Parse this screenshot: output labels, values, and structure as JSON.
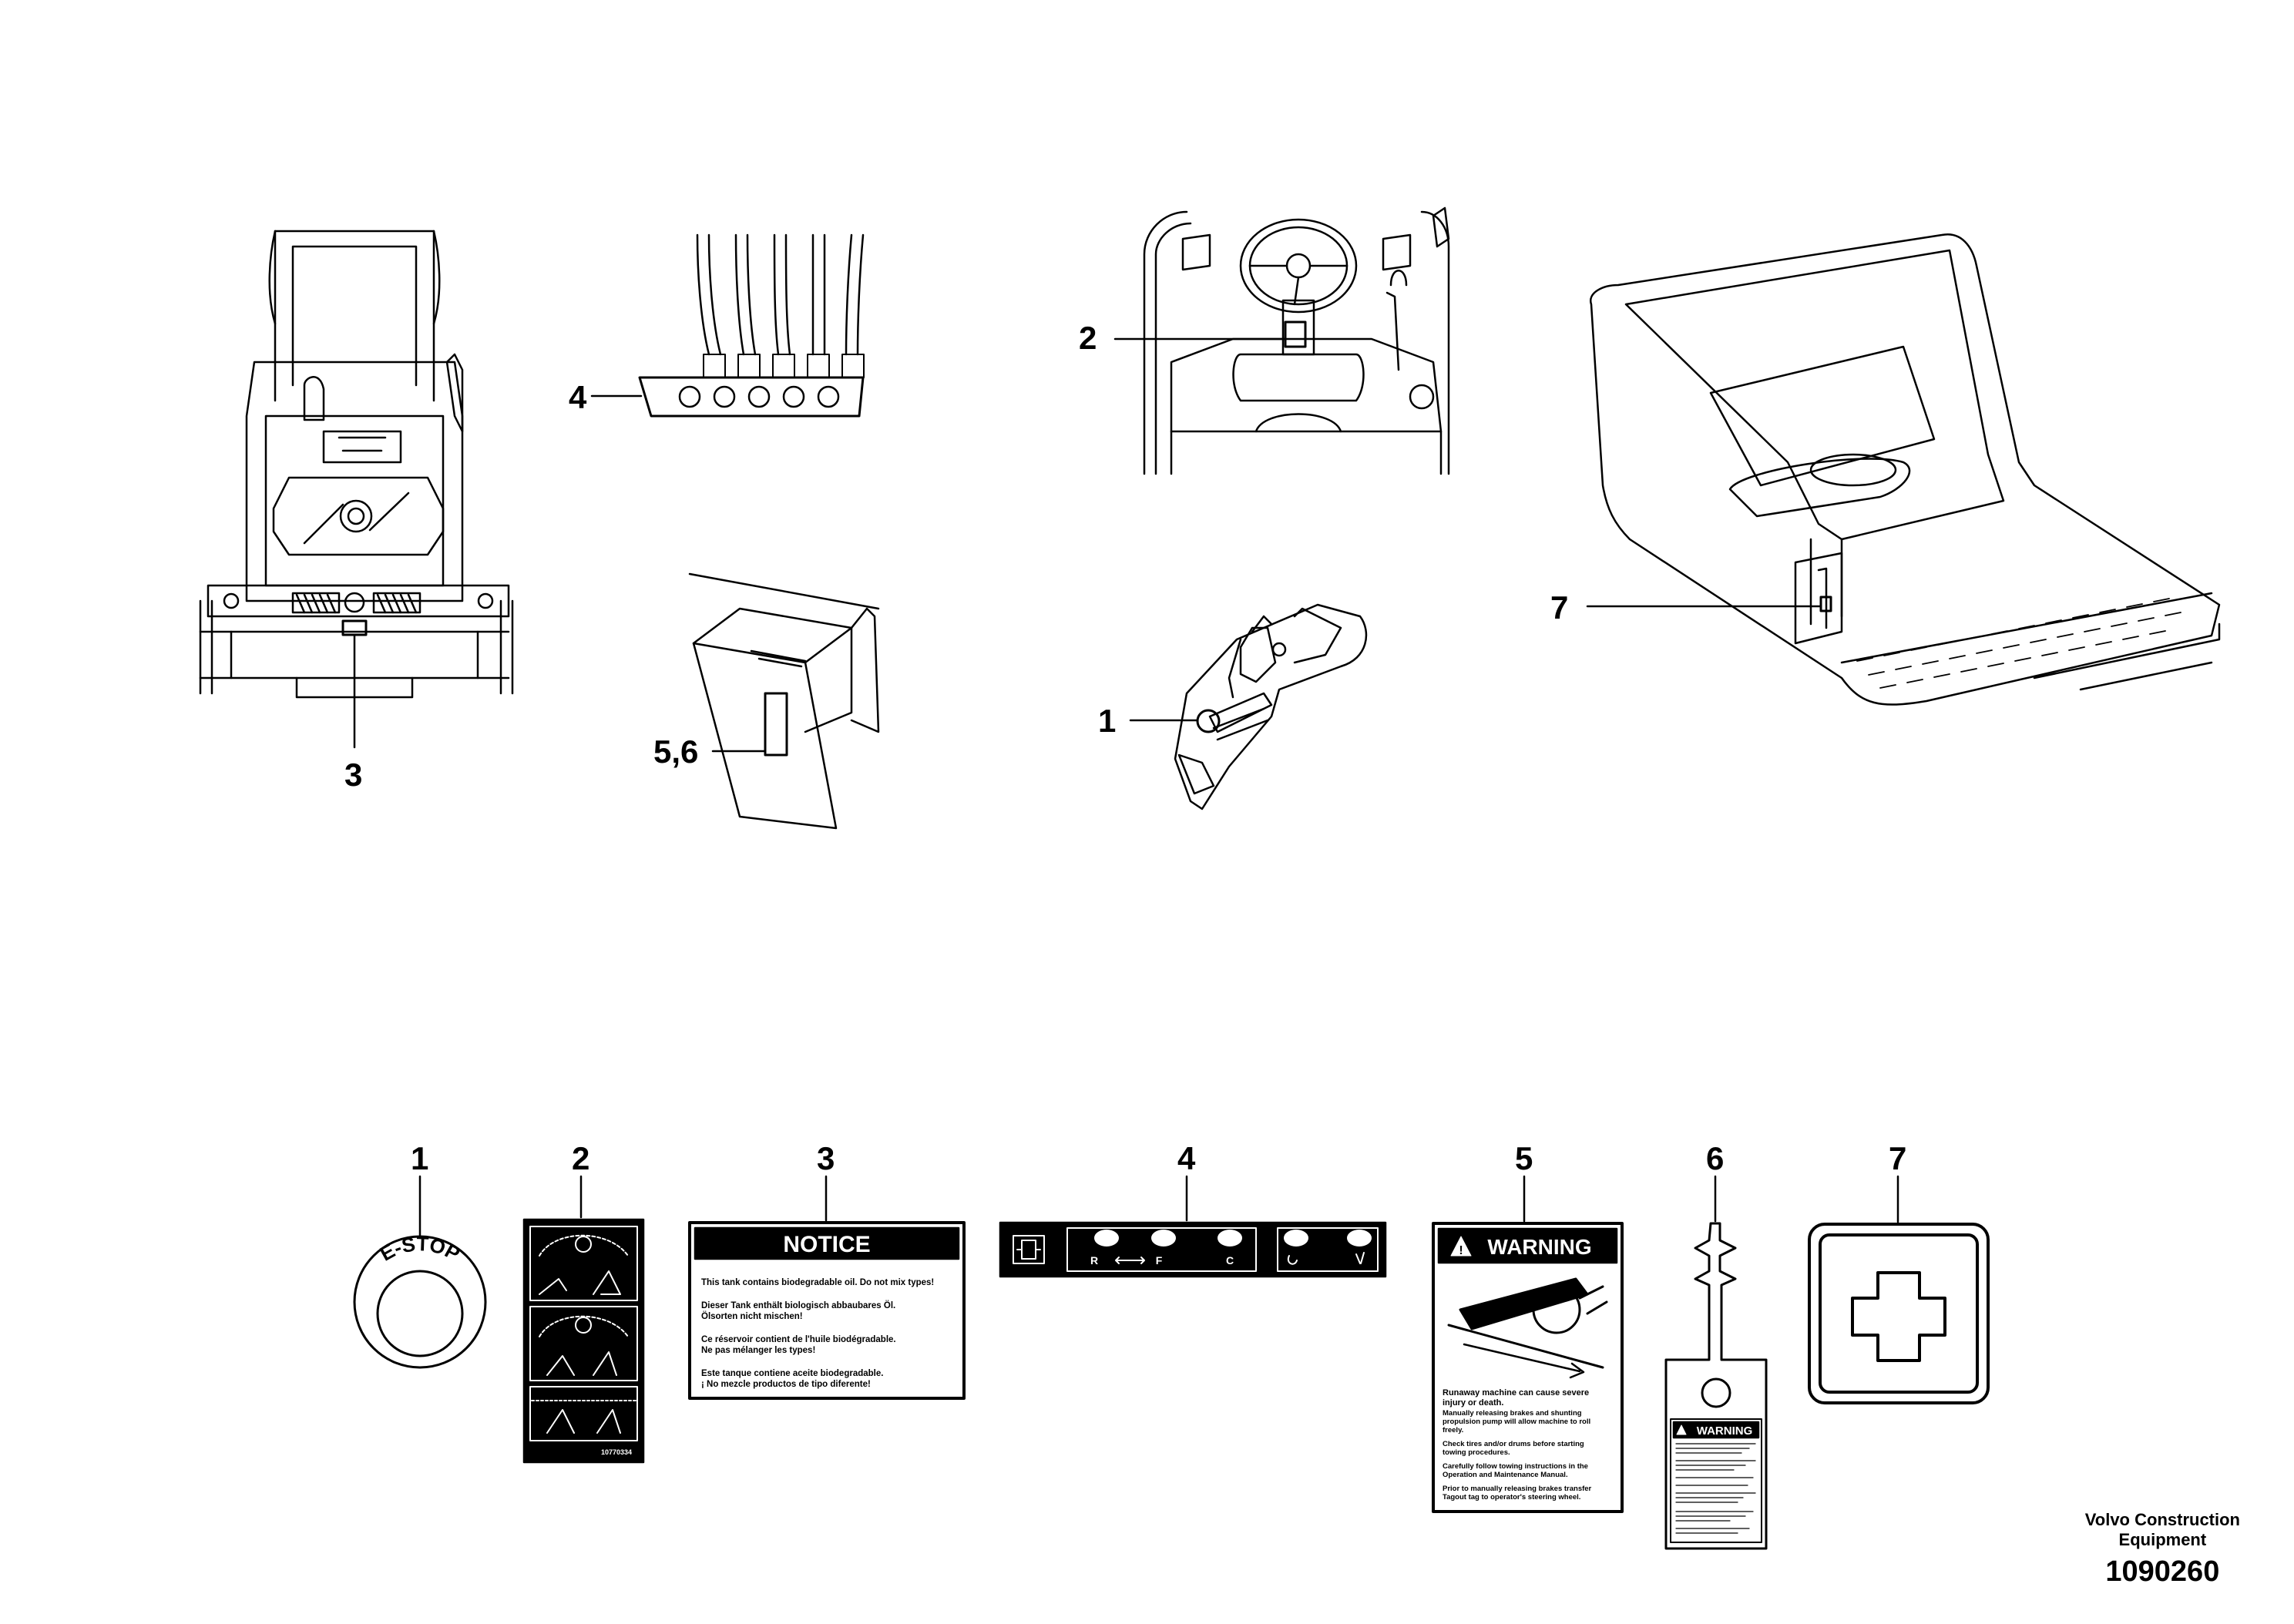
{
  "callouts": {
    "fig_rear": "3",
    "fig_hoses": "4",
    "fig_tank": "5,6",
    "fig_steer": "2",
    "fig_joystick": "1",
    "fig_seat": "7"
  },
  "decals": [
    {
      "num": "1",
      "text": "E-STOP"
    },
    {
      "num": "2",
      "text": "10770334"
    },
    {
      "num": "3",
      "title": "NOTICE",
      "lines": [
        "This tank contains biodegradable oil. Do not mix types!",
        "Dieser Tank enthält biologisch abbaubares Öl.",
        "Ölsorten nicht mischen!",
        "Ce réservoir contient de l'huile biodégradable.",
        "Ne pas mélanger les types!",
        "Este tanque contiene aceite biodegradable.",
        "¡ No mezcle productos de tipo diferente!"
      ]
    },
    {
      "num": "4",
      "keys": [
        "R",
        "F",
        "C"
      ]
    },
    {
      "num": "5",
      "title": "WARNING",
      "lines": [
        "Runaway machine can cause severe",
        "injury or death.",
        "Manually releasing brakes and shunting",
        "propulsion pump will allow machine to roll",
        "freely.",
        "Check tires and/or drums before starting",
        "towing procedures.",
        "Carefully follow towing instructions in the",
        "Operation and Maintenance Manual.",
        "Prior to manually releasing brakes transfer",
        "Tagout tag to operator's steering wheel."
      ]
    },
    {
      "num": "6",
      "title": "WARNING"
    },
    {
      "num": "7"
    }
  ],
  "caption": {
    "company_line1": "Volvo Construction",
    "company_line2": "Equipment",
    "figure_number": "1090260"
  }
}
